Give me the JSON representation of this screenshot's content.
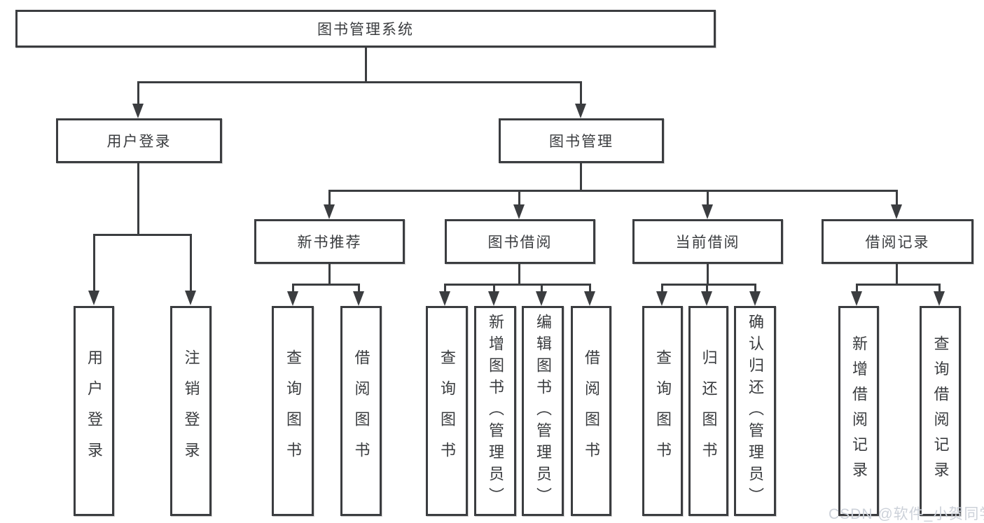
{
  "tree": {
    "root": {
      "label": "图书管理系统",
      "children": [
        {
          "label": "用户登录",
          "children": [
            {
              "label": "用户登录"
            },
            {
              "label": "注销登录"
            }
          ]
        },
        {
          "label": "图书管理",
          "children": [
            {
              "label": "新书推荐",
              "children": [
                {
                  "label": "查询图书"
                },
                {
                  "label": "借阅图书"
                }
              ]
            },
            {
              "label": "图书借阅",
              "children": [
                {
                  "label": "查询图书"
                },
                {
                  "label": "新增图书（管理员）"
                },
                {
                  "label": "编辑图书（管理员）"
                },
                {
                  "label": "借阅图书"
                }
              ]
            },
            {
              "label": "当前借阅",
              "children": [
                {
                  "label": "查询图书"
                },
                {
                  "label": "归还图书"
                },
                {
                  "label": "确认归还（管理员）"
                }
              ]
            },
            {
              "label": "借阅记录",
              "children": [
                {
                  "label": "新增借阅记录"
                },
                {
                  "label": "查询借阅记录"
                }
              ]
            }
          ]
        }
      ]
    }
  },
  "watermark": "CSDN @软件_小贺同学",
  "colors": {
    "line": "#3b3d40",
    "text": "#3a3c3f",
    "watermark": "#ccd1d9",
    "background": "#ffffff"
  }
}
